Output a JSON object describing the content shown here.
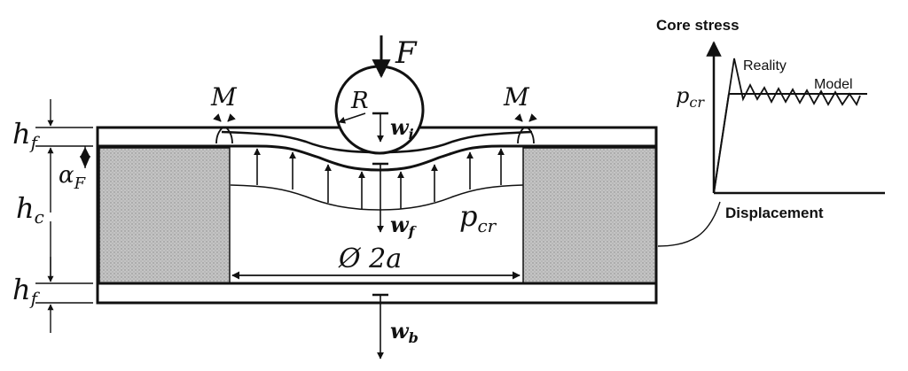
{
  "labels": {
    "force": "F",
    "radius": "R",
    "moment_left": "M",
    "moment_right": "M",
    "h_f_top": {
      "main": "h",
      "sub": "f"
    },
    "h_c": {
      "main": "h",
      "sub": "c"
    },
    "h_f_bottom": {
      "main": "h",
      "sub": "f"
    },
    "alpha_F": {
      "main": "α",
      "sub": "F"
    },
    "w_i": {
      "main": "w",
      "sub": "i"
    },
    "w_f": {
      "main": "w",
      "sub": "f"
    },
    "w_b": {
      "main": "w",
      "sub": "b"
    },
    "p_cr": {
      "main": "p",
      "sub": "cr"
    },
    "diameter": "Ø 2a"
  },
  "inset": {
    "y_title": "Core stress",
    "x_title": "Displacement",
    "p_cr_label": {
      "main": "p",
      "sub": "cr"
    },
    "reality_label": "Reality",
    "model_label": "Model"
  },
  "colors": {
    "ink": "#111111",
    "core_fill": "#bdbdbd",
    "background": "#ffffff"
  }
}
